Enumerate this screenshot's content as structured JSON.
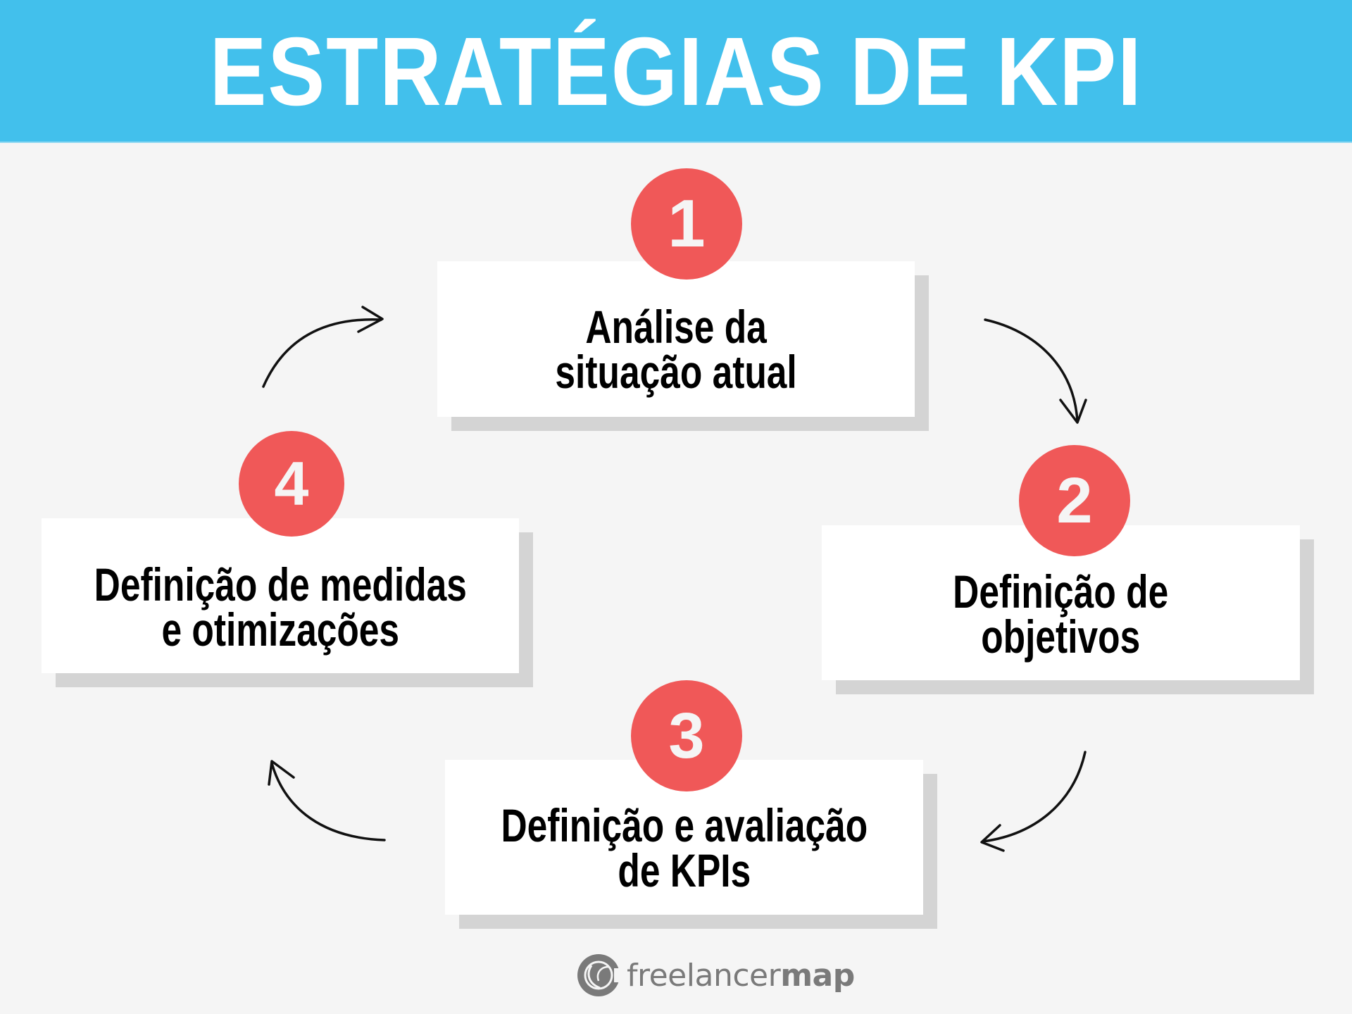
{
  "header": {
    "title": "ESTRATÉGIAS DE KPI",
    "background_color": "#42C0EC"
  },
  "colors": {
    "background": "#F5F5F5",
    "box": "#FFFFFF",
    "box_shadow": "#D4D4D4",
    "step_circle": "#F05858",
    "step_number": "#F5F5F5",
    "arrow": "#111111",
    "logo": "#7A7A7A"
  },
  "steps": [
    {
      "number": "1",
      "line1": "Análise da",
      "line2": "situação atual"
    },
    {
      "number": "2",
      "line1": "Definição de",
      "line2": "objetivos"
    },
    {
      "number": "3",
      "line1": "Definição e avaliação",
      "line2": "de KPIs"
    },
    {
      "number": "4",
      "line1": "Definição de medidas",
      "line2": "e otimizações"
    }
  ],
  "cycle_arrows": [
    {
      "from": "1",
      "to": "2",
      "icon": "curved-arrow-icon"
    },
    {
      "from": "2",
      "to": "3",
      "icon": "curved-arrow-icon"
    },
    {
      "from": "3",
      "to": "4",
      "icon": "curved-arrow-icon"
    },
    {
      "from": "4",
      "to": "1",
      "icon": "curved-arrow-icon"
    }
  ],
  "footer": {
    "logo_light": "freelancer",
    "logo_bold": "map",
    "logo_icon": "globe-logo-icon"
  }
}
